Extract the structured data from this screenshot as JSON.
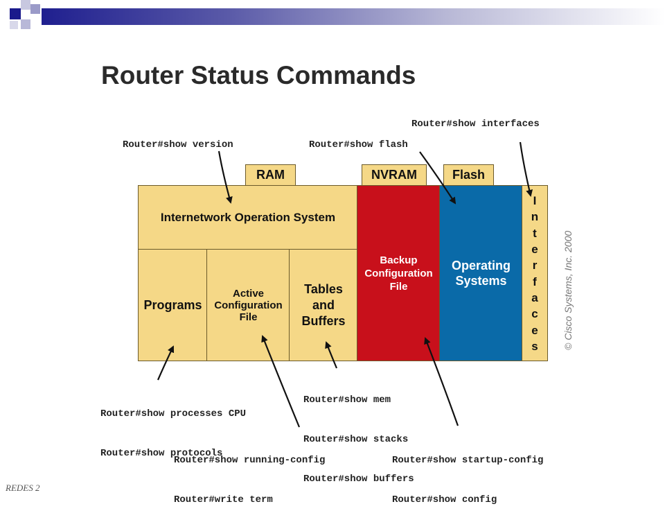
{
  "title": "Router Status Commands",
  "footer": "REDES 2",
  "copyright": "© Cisco Systems, Inc. 2000",
  "memory_tabs": {
    "ram": "RAM",
    "nvram": "NVRAM",
    "flash": "Flash"
  },
  "blocks": {
    "ios": "Internetwork Operation System",
    "programs": "Programs",
    "active_config": "Active Configuration File",
    "tables_buffers": "Tables and Buffers",
    "backup_config": "Backup Configuration File",
    "operating_systems": "Operating Systems",
    "interfaces_letters": [
      "I",
      "n",
      "t",
      "e",
      "r",
      "f",
      "a",
      "c",
      "e",
      "s"
    ]
  },
  "commands": {
    "show_version": "Router#show version",
    "show_flash": "Router#show flash",
    "show_interfaces": "Router#show interfaces",
    "programs_1": "Router#show processes CPU",
    "programs_2": "Router#show protocols",
    "tables_1": "Router#show mem",
    "tables_2": "Router#show stacks",
    "tables_3": "Router#show buffers",
    "running_1": "Router#show running-config",
    "running_2": "Router#write term",
    "startup_1": "Router#show startup-config",
    "startup_2": "Router#show config"
  },
  "colors": {
    "tan": "#f5d887",
    "red": "#c8101b",
    "blue": "#0a6aa8",
    "header": "#1f1f8f"
  }
}
